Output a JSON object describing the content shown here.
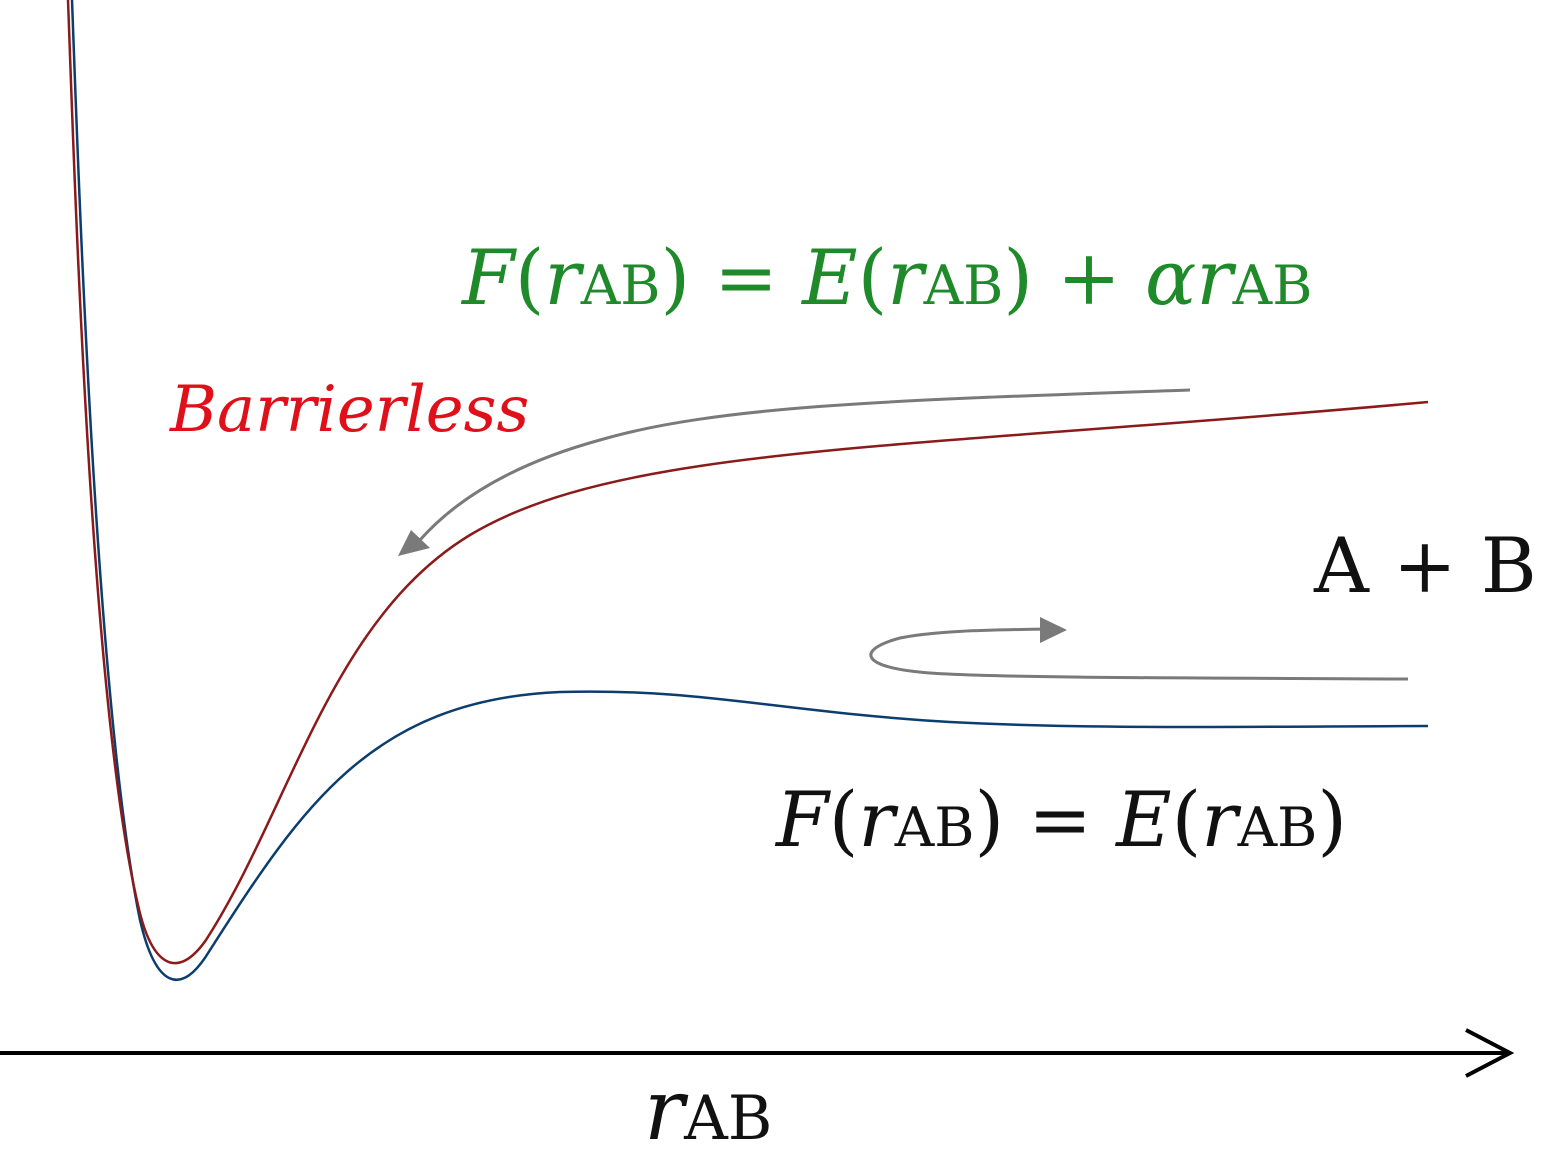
{
  "colors": {
    "background": "#ffffff",
    "biased_curve": "#8b1a1a",
    "unbiased_curve": "#0b3d6e",
    "paths": "#7a7a7a",
    "axis": "#000000",
    "green_label": "#1f8a2a",
    "red_label": "#e0101a",
    "black_label": "#111111"
  },
  "labels": {
    "barrierless": "Barrierless",
    "species": "A + B",
    "green": {
      "F": "F",
      "r": "r",
      "AB": "AB",
      "eq": " = ",
      "E": "E",
      "plus": " + ",
      "alpha": "α",
      "lp": "(",
      "rp": ")"
    },
    "black": {
      "F": "F",
      "r": "r",
      "AB": "AB",
      "eq": " = ",
      "E": "E",
      "lp": "(",
      "rp": ")"
    },
    "axis": {
      "r": "r",
      "AB": "AB"
    }
  },
  "icons": {
    "axis_arrow": "open-arrowhead-icon",
    "path_arrow": "filled-triangle-arrowhead-icon"
  }
}
